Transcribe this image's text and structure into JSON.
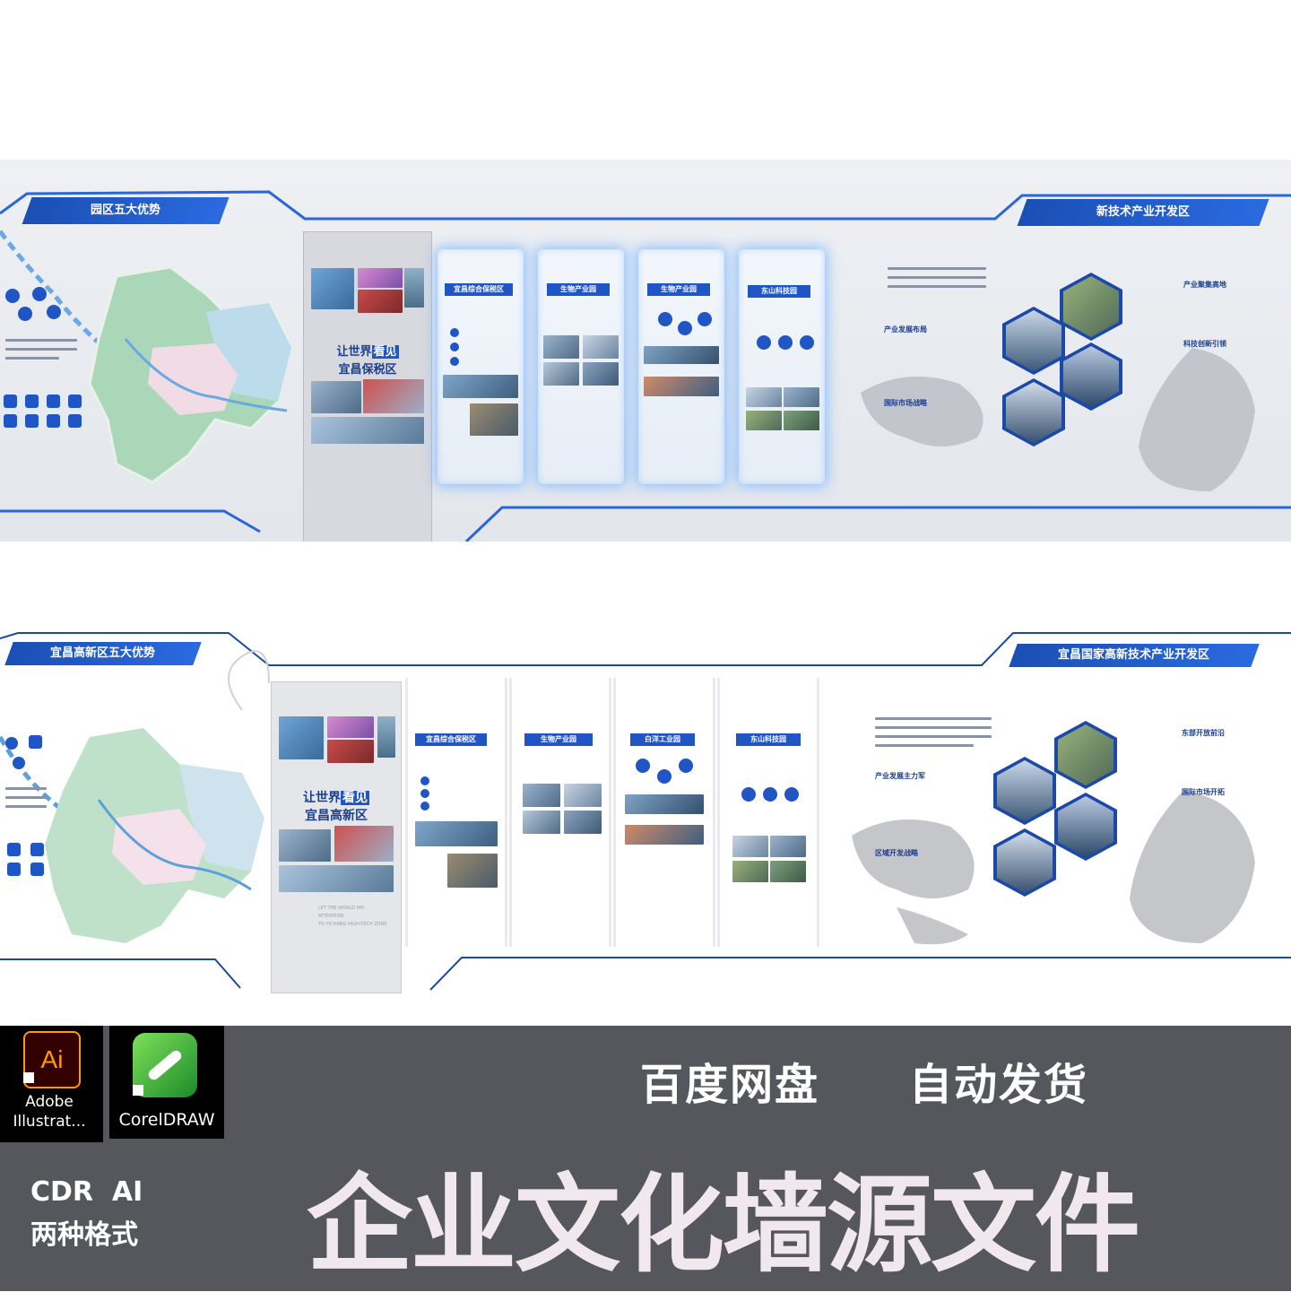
{
  "top_wall": {
    "left_banner": "园区五大优势",
    "right_banner": "新技术产业开发区",
    "center_panel": {
      "headline_line1_pre": "让世界",
      "headline_line1_hl": "看见",
      "headline_line2": "宜昌保税区"
    },
    "tags": [
      "宜昌综合保税区",
      "生物产业园",
      "生物产业园",
      "东山科技园"
    ],
    "right_side_labels": [
      "产业发展布局",
      "国际市场战略",
      "产业聚集高地",
      "科技创新引领"
    ]
  },
  "flat_wall": {
    "left_banner": "宜昌高新区五大优势",
    "right_banner": "宜昌国家高新技术产业开发区",
    "center_panel": {
      "headline_line1_pre": "让世界",
      "headline_line1_hl": "看见",
      "headline_line2": "宜昌高新区",
      "footer_line1": "LET THE WORLD PAY",
      "footer_line2": "ATTENTION",
      "footer_line3": "TO YICHANG HIGH-TECH ZONE"
    },
    "tags": [
      "宜昌综合保税区",
      "生物产业园",
      "白洋工业园",
      "东山科技园"
    ],
    "right_side_labels": [
      "东部开放前沿",
      "产业发展主力军",
      "国际市场开拓",
      "区域开发战略"
    ]
  },
  "promo": {
    "line1_a": "百度网盘",
    "line1_b": "自动发货",
    "title": "企业文化墙源文件",
    "formats": "CDR  AI",
    "formats_sub": "两种格式",
    "apps": [
      {
        "badge": "Ai",
        "label_line1": "Adobe",
        "label_line2": "Illustrat...",
        "icon": "adobe-illustrator-icon"
      },
      {
        "label_line1": "CorelDRAW",
        "icon": "coreldraw-icon"
      }
    ]
  },
  "colors": {
    "accent_blue": "#1f55c4",
    "promo_bg": "#55575c",
    "promo_text": "#ffffff",
    "title_text": "#f0e8ec"
  }
}
